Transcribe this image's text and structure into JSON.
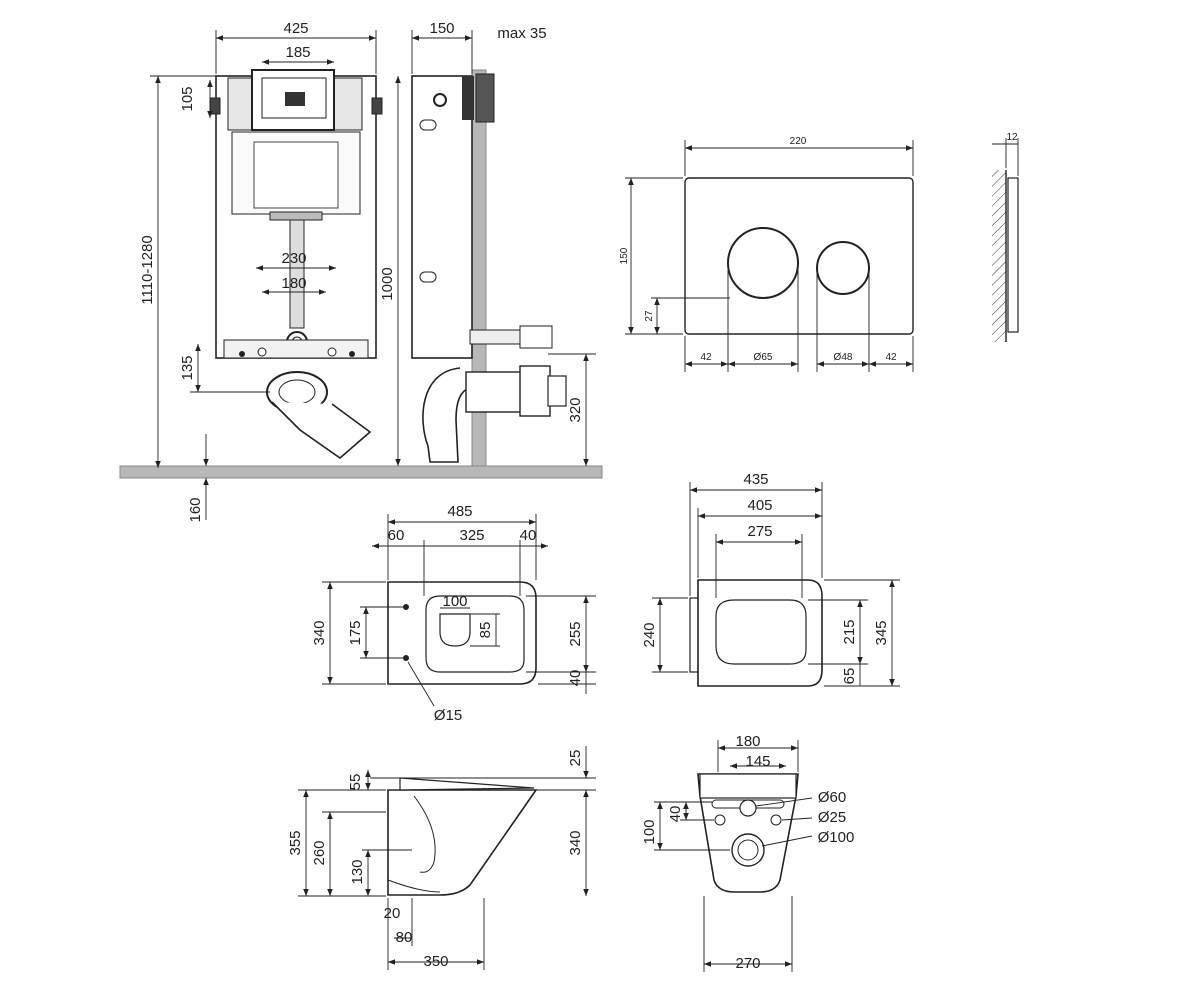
{
  "frame_view": {
    "width": "425",
    "bracket_width": "185",
    "top_height": "105",
    "total_height": "1110-1280",
    "pipe_spacing_outer": "230",
    "pipe_spacing_inner": "180",
    "drain_height": "135",
    "floor_depth": "160"
  },
  "side_view": {
    "depth": "150",
    "wall_max": "max 35",
    "height": "1000",
    "outlet_height": "320"
  },
  "flush_plate": {
    "width": "220",
    "height": "150",
    "button_offset": "27",
    "left_margin": "42",
    "big_button": "Ø65",
    "small_button": "Ø48",
    "right_margin": "42",
    "thickness": "12"
  },
  "bowl_top": {
    "length": "485",
    "a": "60",
    "b": "325",
    "c": "40",
    "width": "340",
    "hole_spacing": "175",
    "opening_w": "100",
    "opening_h": "85",
    "inner_depth": "255",
    "rear": "40",
    "hole_dia": "Ø15"
  },
  "seat_top": {
    "w1": "435",
    "w2": "405",
    "w3": "275",
    "front_h": "240",
    "opening": "215",
    "overall": "345",
    "rear": "65"
  },
  "bowl_side": {
    "top_gap": "25",
    "rim": "55",
    "height": "355",
    "mount": "260",
    "outlet": "130",
    "h340": "340",
    "base_gap": "20",
    "base_w": "80",
    "length": "350"
  },
  "bowl_rear": {
    "w180": "180",
    "w145": "145",
    "d60": "Ø60",
    "d25": "Ø25",
    "d100": "Ø100",
    "h40": "40",
    "h100": "100",
    "w270": "270"
  }
}
